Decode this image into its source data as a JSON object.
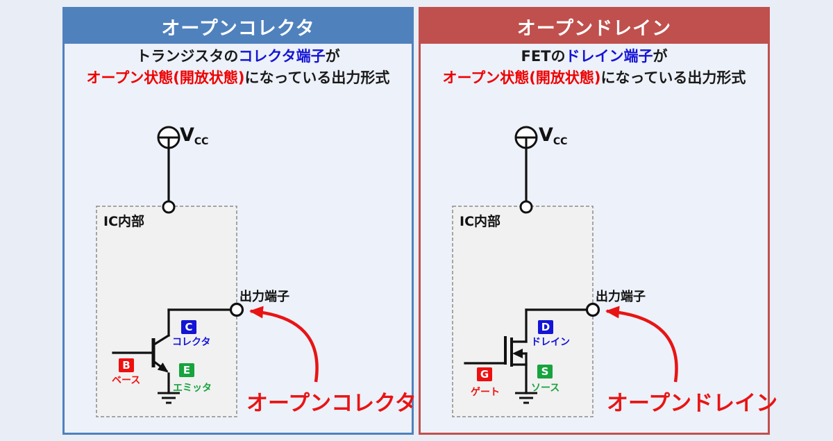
{
  "colors": {
    "accent_left": "#4f81bd",
    "accent_right": "#c0504d",
    "pin_blue": "#1414d6",
    "pin_red": "#ee1010",
    "pin_green": "#17a33e",
    "desc_red": "#ee0000",
    "annotation_red": "#e81414",
    "page_bg": "#e9edf6",
    "panel_bg": "#edf1f9"
  },
  "left": {
    "title": "オープンコレクタ",
    "desc": {
      "l1_pre": "トランジスタの",
      "l1_blue": "コレクタ端子",
      "l1_post": "が",
      "l2_red": "オープン状態(開放状態)",
      "l2_post": "になっている出力形式"
    },
    "vcc": {
      "main": "V",
      "sub": "CC"
    },
    "ic_label": "IC内部",
    "output_label": "出力端子",
    "pins": {
      "top_letter": "C",
      "top_name": "コレクタ",
      "left_letter": "B",
      "left_name": "ベース",
      "bottom_letter": "E",
      "bottom_name": "エミッタ"
    },
    "annotation": "オープンコレクタ"
  },
  "right": {
    "title": "オープンドレイン",
    "desc": {
      "l1_pre": "FETの",
      "l1_blue": "ドレイン端子",
      "l1_post": "が",
      "l2_red": "オープン状態(開放状態)",
      "l2_post": "になっている出力形式"
    },
    "vcc": {
      "main": "V",
      "sub": "CC"
    },
    "ic_label": "IC内部",
    "output_label": "出力端子",
    "pins": {
      "top_letter": "D",
      "top_name": "ドレイン",
      "left_letter": "G",
      "left_name": "ゲート",
      "bottom_letter": "S",
      "bottom_name": "ソース"
    },
    "annotation": "オープンドレイン"
  }
}
